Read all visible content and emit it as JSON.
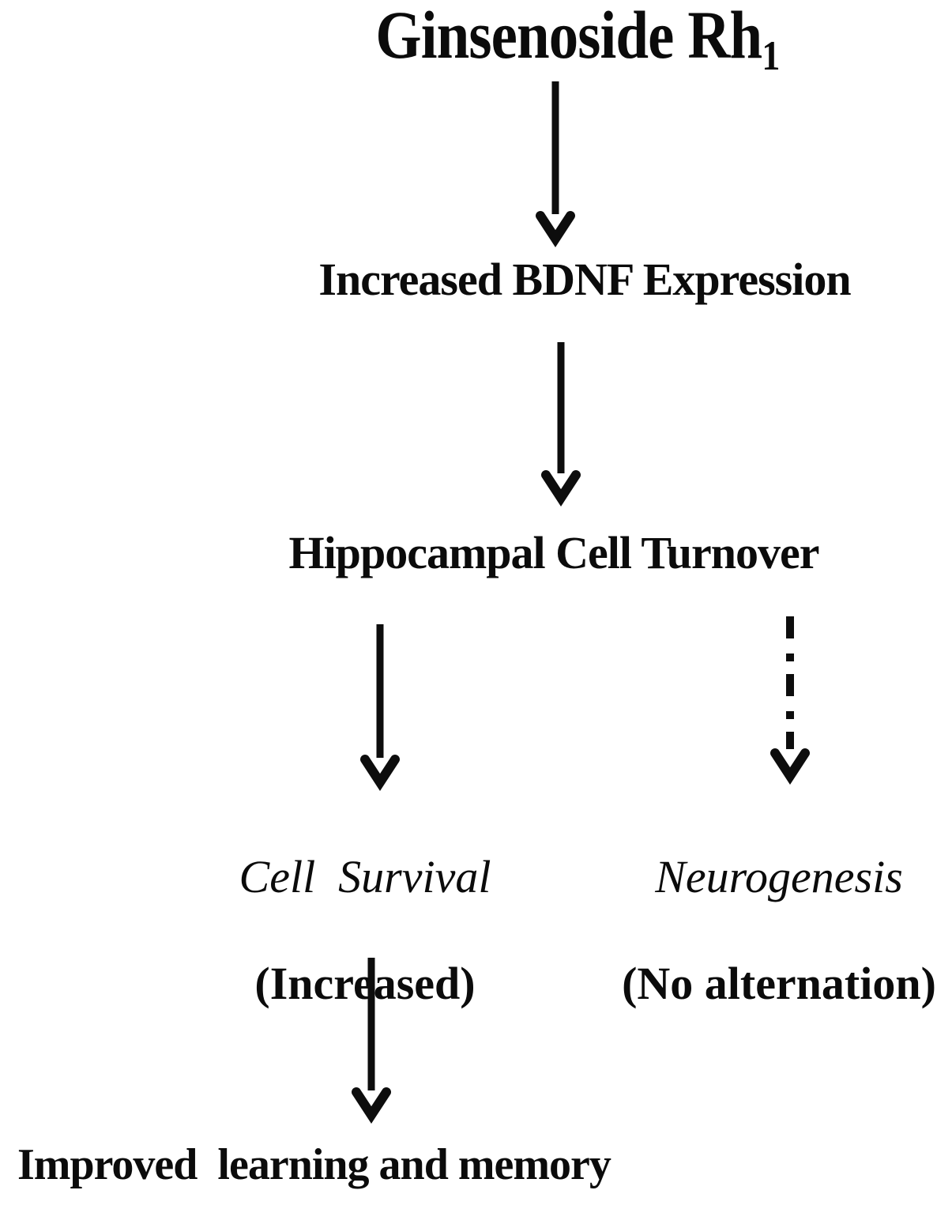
{
  "figure": {
    "type": "flowchart",
    "background": "#ffffff",
    "ink": "#0b0b0b",
    "nodes": {
      "ginsenoside": {
        "text": "Ginsenoside Rh",
        "subscript": "1"
      },
      "bdnf": {
        "text": "Increased BDNF Expression"
      },
      "turnover": {
        "text": "Hippocampal Cell Turnover"
      },
      "cell_survival": {
        "title": "Cell  Survival",
        "note": "(Increased)"
      },
      "neurogenesis": {
        "title": "Neurogenesis",
        "note": "(No alternation)"
      },
      "outcome": {
        "text": "Improved  learning and memory"
      }
    },
    "edges": [
      {
        "from": "Ginsenoside Rh1",
        "to": "Increased BDNF Expression",
        "style": "solid"
      },
      {
        "from": "Increased BDNF Expression",
        "to": "Hippocampal Cell Turnover",
        "style": "solid"
      },
      {
        "from": "Hippocampal Cell Turnover",
        "to": "Cell Survival (Increased)",
        "style": "solid"
      },
      {
        "from": "Hippocampal Cell Turnover",
        "to": "Neurogenesis (No alternation)",
        "style": "dash-dot"
      },
      {
        "from": "Cell Survival (Increased)",
        "to": "Improved learning and memory",
        "style": "solid"
      }
    ]
  }
}
